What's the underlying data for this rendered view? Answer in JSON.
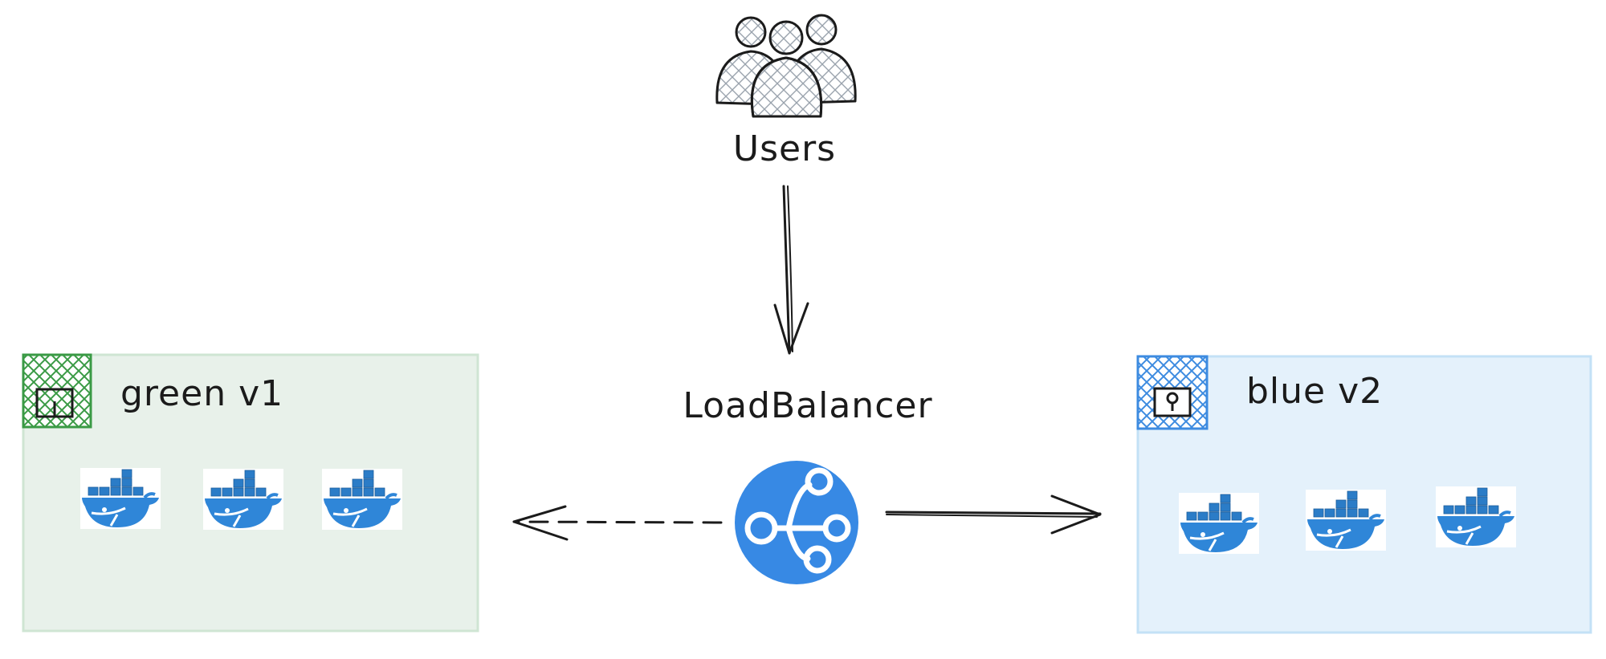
{
  "nodes": {
    "users": {
      "label": "Users"
    },
    "load_balancer": {
      "label": "LoadBalancer"
    },
    "green_group": {
      "label": "green v1",
      "container_count": 3
    },
    "blue_group": {
      "label": "blue v2",
      "container_count": 3
    }
  },
  "edges": [
    {
      "from": "users",
      "to": "load_balancer",
      "style": "solid"
    },
    {
      "from": "load_balancer",
      "to": "green_group",
      "style": "dashed"
    },
    {
      "from": "load_balancer",
      "to": "blue_group",
      "style": "solid"
    }
  ],
  "colors": {
    "green_fill": "#e8f1ea",
    "green_stroke": "#cfe5d3",
    "green_accent": "#3a9a45",
    "blue_fill": "#e4f1fb",
    "blue_stroke": "#c3e1f6",
    "blue_accent": "#3d8be0",
    "docker_blue": "#2f86d8",
    "lb_blue": "#3789e4",
    "ink": "#1b1b1b"
  },
  "icons": {
    "users": "users-group-icon",
    "load_balancer": "load-balancer-icon",
    "container": "docker-whale-icon",
    "green_group": "private-subnet-icon",
    "blue_group": "private-subnet-lock-icon"
  }
}
